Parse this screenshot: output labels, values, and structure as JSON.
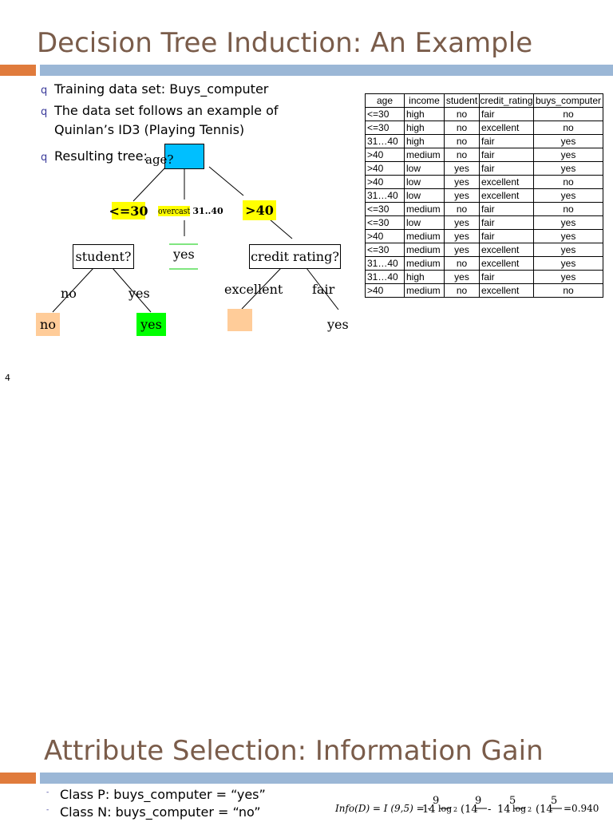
{
  "slide1": {
    "title": "Decision Tree Induction: An Example",
    "bullets": [
      "Training data set: Buys_computer",
      "The data set follows an example of",
      "Quinlan’s ID3 (Playing Tennis)",
      "Resulting tree:"
    ],
    "bullet_marker": "q",
    "tree": {
      "root": "age?",
      "branch_le30": "<=30",
      "branch_overcast": "overcast",
      "branch_31_40": "31..40",
      "branch_gt40": ">40",
      "node_student": "student?",
      "leaf_yes_middle": "yes",
      "node_credit": "credit rating?",
      "edge_no": "no",
      "edge_yes": "yes",
      "edge_excellent": "excellent",
      "edge_fair": "fair",
      "leaf_no": "no",
      "leaf_yes": "yes",
      "leaf_yes_right": "yes"
    },
    "table": {
      "headers": [
        "age",
        "income",
        "student",
        "credit_rating",
        "buys_computer"
      ],
      "rows": [
        [
          "<=30",
          "high",
          "no",
          "fair",
          "no"
        ],
        [
          "<=30",
          "high",
          "no",
          "excellent",
          "no"
        ],
        [
          "31…40",
          "high",
          "no",
          "fair",
          "yes"
        ],
        [
          ">40",
          "medium",
          "no",
          "fair",
          "yes"
        ],
        [
          ">40",
          "low",
          "yes",
          "fair",
          "yes"
        ],
        [
          ">40",
          "low",
          "yes",
          "excellent",
          "no"
        ],
        [
          "31…40",
          "low",
          "yes",
          "excellent",
          "yes"
        ],
        [
          "<=30",
          "medium",
          "no",
          "fair",
          "no"
        ],
        [
          "<=30",
          "low",
          "yes",
          "fair",
          "yes"
        ],
        [
          ">40",
          "medium",
          "yes",
          "fair",
          "yes"
        ],
        [
          "<=30",
          "medium",
          "yes",
          "excellent",
          "yes"
        ],
        [
          "31…40",
          "medium",
          "no",
          "excellent",
          "yes"
        ],
        [
          "31…40",
          "high",
          "yes",
          "fair",
          "yes"
        ],
        [
          ">40",
          "medium",
          "no",
          "excellent",
          "no"
        ]
      ]
    },
    "page_number": "4"
  },
  "slide2": {
    "title": "Attribute Selection: Information Gain",
    "bullets": [
      "Class P: buys_computer = “yes”",
      "Class N: buys_computer = “no”"
    ],
    "formula": {
      "lhs": "Info(D) = I (9,5) = -",
      "n1": "9",
      "d1": "14",
      "log1": "log",
      "sub1": "2",
      "arg1_num": "9",
      "arg1_den": "(14",
      "minus": "-",
      "n2": "5",
      "d2": "14",
      "log2": "log",
      "sub2": "2",
      "arg2_num": "5",
      "arg2_den": "(14",
      "result": "=0.940"
    }
  },
  "colors": {
    "title": "#7a5c4a",
    "accent_orange": "#e07b3c",
    "accent_blue": "#9bb7d6",
    "root_fill": "#00bfff",
    "yellow": "#ffff00",
    "leaf_peach": "#ffcc99",
    "leaf_green": "#00ff00"
  }
}
